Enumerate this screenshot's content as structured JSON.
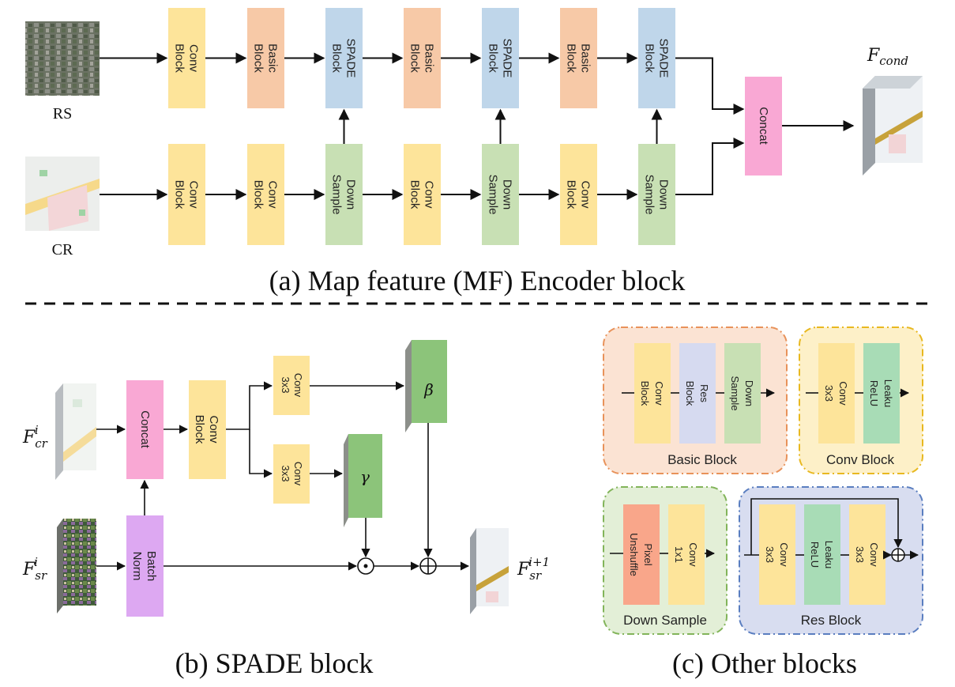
{
  "colors": {
    "conv": "#fde49a",
    "basic": "#f7c9a7",
    "spade": "#bfd6ea",
    "down": "#c8e0b4",
    "concat": "#f9a8d4",
    "batchnorm": "#dda8f2",
    "res": "#d6daf0",
    "pixel": "#f9a68a",
    "leaku": "#a8dcb6",
    "param": "#8cc47a"
  },
  "encoder": {
    "rs_label": "RS",
    "cr_label": "CR",
    "top_row": [
      {
        "line1": "Conv",
        "line2": "Block",
        "kind": "conv"
      },
      {
        "line1": "Basic",
        "line2": "Block",
        "kind": "basic"
      },
      {
        "line1": "SPADE",
        "line2": "Block",
        "kind": "spade"
      },
      {
        "line1": "Basic",
        "line2": "Block",
        "kind": "basic"
      },
      {
        "line1": "SPADE",
        "line2": "Block",
        "kind": "spade"
      },
      {
        "line1": "Basic",
        "line2": "Block",
        "kind": "basic"
      },
      {
        "line1": "SPADE",
        "line2": "Block",
        "kind": "spade"
      }
    ],
    "bottom_row": [
      {
        "line1": "Conv",
        "line2": "Block",
        "kind": "conv"
      },
      {
        "line1": "Conv",
        "line2": "Block",
        "kind": "conv"
      },
      {
        "line1": "Down",
        "line2": "Sample",
        "kind": "down"
      },
      {
        "line1": "Conv",
        "line2": "Block",
        "kind": "conv"
      },
      {
        "line1": "Down",
        "line2": "Sample",
        "kind": "down"
      },
      {
        "line1": "Conv",
        "line2": "Block",
        "kind": "conv"
      },
      {
        "line1": "Down",
        "line2": "Sample",
        "kind": "down"
      }
    ],
    "concat_label": "Concat",
    "output_label_base": "F",
    "output_label_sub": "cond",
    "caption": "(a) Map feature (MF) Encoder block"
  },
  "spade": {
    "fcr_base": "F",
    "fcr_sub": "cr",
    "fcr_sup": "i",
    "fsr_base": "F",
    "fsr_sub": "sr",
    "fsr_sup": "i",
    "fout_base": "F",
    "fout_sub": "sr",
    "fout_sup": "i+1",
    "concat_label": "Concat",
    "conv_block_line1": "Conv",
    "conv_block_line2": "Block",
    "conv3_line1": "Conv",
    "conv3_line2": "3x3",
    "batch_line1": "Batch",
    "batch_line2": "Norm",
    "beta": "β",
    "gamma": "γ",
    "dot_op": "⊙",
    "plus_op": "⊕",
    "caption": "(b) SPADE block"
  },
  "other": {
    "basic_block": {
      "title": "Basic Block",
      "items": [
        {
          "line1": "Conv",
          "line2": "Block"
        },
        {
          "line1": "Res",
          "line2": "Block"
        },
        {
          "line1": "Down",
          "line2": "Sample"
        }
      ]
    },
    "conv_block": {
      "title": "Conv Block",
      "items": [
        {
          "line1": "Conv",
          "line2": "3x3"
        },
        {
          "line1": "Leaku",
          "line2": "ReLU"
        }
      ]
    },
    "down_sample": {
      "title": "Down Sample",
      "items": [
        {
          "line1": "Pixel",
          "line2": "Unshuffle"
        },
        {
          "line1": "Conv",
          "line2": "1x1"
        }
      ]
    },
    "res_block": {
      "title": "Res Block",
      "items": [
        {
          "line1": "Conv",
          "line2": "3x3"
        },
        {
          "line1": "Leaku",
          "line2": "ReLU"
        },
        {
          "line1": "Conv",
          "line2": "3x3"
        }
      ]
    },
    "caption": "(c) Other blocks"
  }
}
